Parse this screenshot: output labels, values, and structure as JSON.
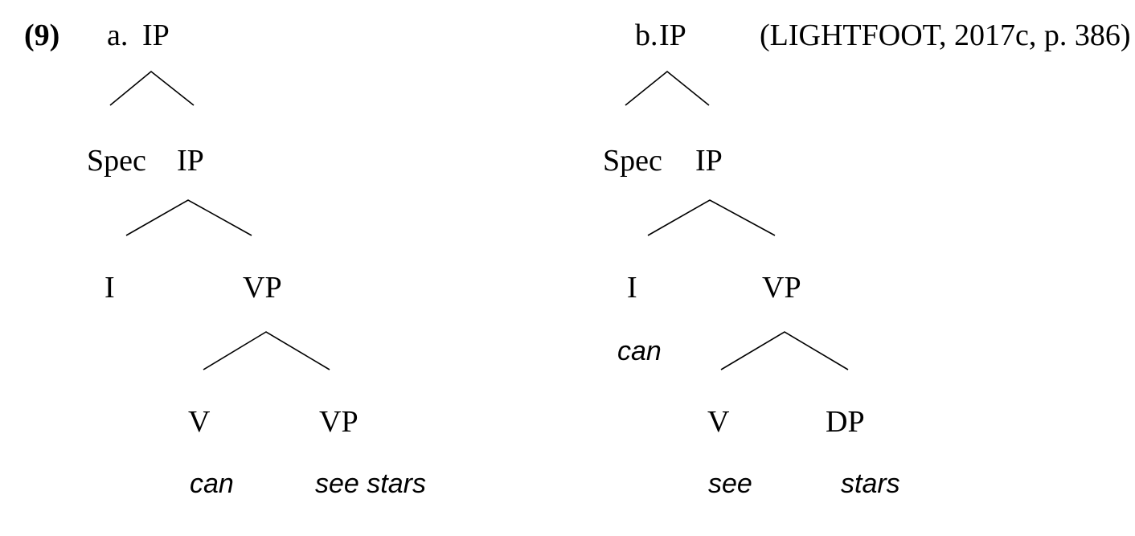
{
  "example": {
    "number": "(9)",
    "citation": "(LIGHTFOOT, 2017c, p. 386)"
  },
  "tree_a": {
    "label": "a.",
    "root": "IP",
    "spec": "Spec",
    "ip_bar": "IP",
    "i": "I",
    "vp": "VP",
    "v": "V",
    "vp_complement": "VP",
    "word_v": "can",
    "word_vp": "see stars"
  },
  "tree_b": {
    "label": "b.",
    "root": "IP",
    "spec": "Spec",
    "ip_bar": "IP",
    "i": "I",
    "word_i": "can",
    "vp": "VP",
    "v": "V",
    "dp": "DP",
    "word_v": "see",
    "word_dp": "stars"
  }
}
